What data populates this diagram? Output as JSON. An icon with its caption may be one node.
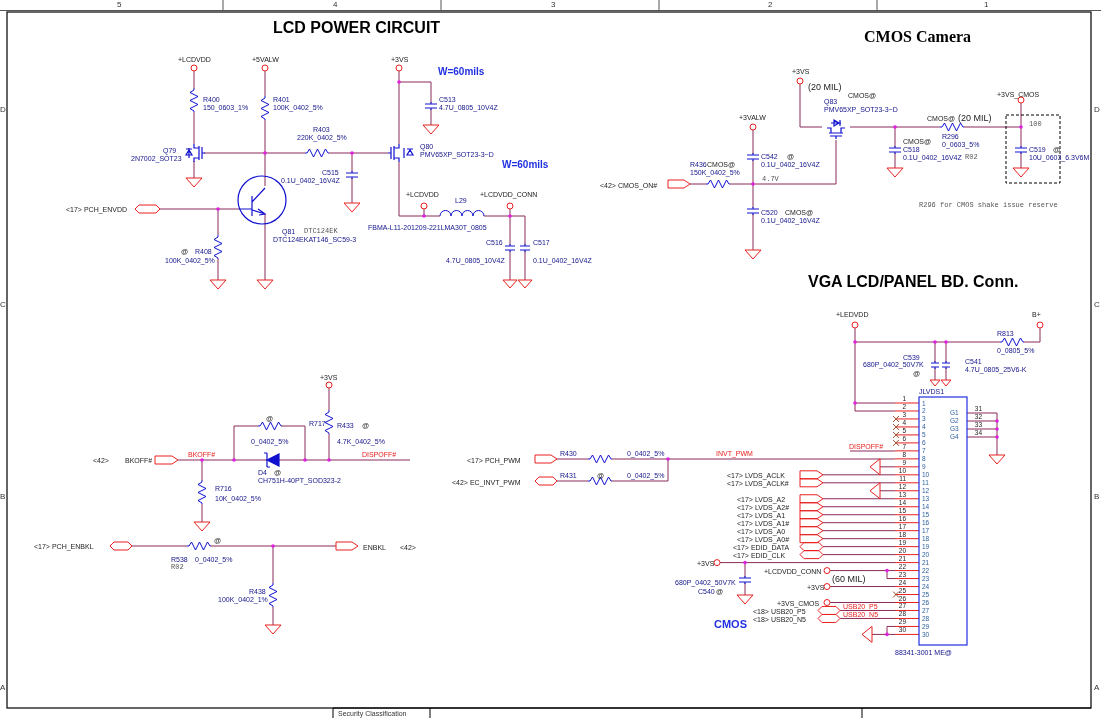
{
  "diagram": {
    "labels": [
      "5",
      "4",
      "3",
      "2",
      "1",
      "LCD POWER CIRCUIT",
      "CMOS Camera",
      "+LCDVDD",
      "+5VALW",
      "+3VS",
      "W=60mils",
      "+3VS",
      "(20 MIL)",
      "CMOS@",
      "Q83",
      "PMV65XP_SOT23-3~D",
      "+3VS_CMOS",
      "D",
      "R400",
      "150_0603_1%",
      "R401",
      "100K_0402_5%",
      "C513",
      "4.7U_0805_10V4Z",
      "D",
      "+3VALW",
      "CMOS@",
      "(20 MIL)",
      "100",
      "R296",
      "0_0603_5%",
      "R403",
      "220K_0402_5%",
      "CMOS@",
      "C518",
      "0.1U_0402_16V4Z",
      "R02",
      "C519",
      "@",
      "10U_0603_6.3V6M",
      "Q79",
      "2N7002_SOT23",
      "Q80",
      "PMV65XP_SOT23-3~D",
      "C542",
      "@",
      "W=60mils",
      "R436",
      "CMOS@",
      "0.1U_0402_16V4Z",
      "C515",
      "150K_0402_5%",
      "0.1U_0402_16V4Z",
      "<42> CMOS_ON#",
      "4.7V",
      "+LCDVDD",
      "L29",
      "+LCDVDD_CONN",
      "R296 for CMOS shake issue reserve",
      "<17> PCH_ENVDD",
      "C520",
      "CMOS@",
      "0.1U_0402_16V4Z",
      "Q81",
      "DTC124EK",
      "FBMA-L11-201209-221LMA30T_0805",
      "DTC124EKAT146_SC59-3",
      "C516",
      "C517",
      "@",
      "R408",
      "100K_0402_5%",
      "4.7U_0805_10V4Z",
      "0.1U_0402_16V4Z",
      "VGA LCD/PANEL BD. Conn.",
      "C",
      "C",
      "+LEDVDD",
      "B+",
      "R813",
      "0_0805_5%",
      "C539",
      "680P_0402_50V7K",
      "C541",
      "4.7U_0805_25V6-K",
      "@",
      "+3VS",
      "JLVDS1",
      "R717",
      "@",
      "R433",
      "@",
      "0_0402_5%",
      "4.7K_0402_5%",
      "DISPOFF#",
      "BKOFF#",
      "DISPOFF#",
      "R430",
      "0_0402_5%",
      "INVT_PWM",
      "<42>",
      "BKOFF#",
      "<17> PCH_PWM",
      "D4",
      "@",
      "<17> LVDS_ACLK",
      "CH751H-40PT_SOD323-2",
      "R431",
      "@",
      "0_0402_5%",
      "<42> EC_INVT_PWM",
      "<17> LVDS_ACLK#",
      "R716",
      "10K_0402_5%",
      "B",
      "B",
      "<17> LVDS_A2",
      "<17> LVDS_A2#",
      "<17> LVDS_A1",
      "<17> LVDS_A1#",
      "<17> LVDS_A0",
      "<17> LVDS_A0#",
      "<17> EDID_DATA",
      "<17> EDID_CLK",
      "@",
      "<17> PCH_ENBKL",
      "ENBKL",
      "<42>",
      "R538",
      "0_0402_5%",
      "+3VS",
      "R02",
      "+LCDVDD_CONN",
      "(60 MIL)",
      "680P_0402_50V7K",
      "R438",
      "+3VS",
      "C540",
      "@",
      "100K_0402_1%",
      "+3VS_CMOS",
      "USB20_P5",
      "<18> USB20_P5",
      "USB20_N5",
      "<18> USB20_N5",
      "CMOS",
      "88341-3001 ME@",
      "A",
      "A",
      "Security Classification",
      "1",
      "1",
      "2",
      "2",
      "3",
      "3",
      "4",
      "4",
      "5",
      "5",
      "6",
      "6",
      "7",
      "7",
      "8",
      "8",
      "9",
      "9",
      "10",
      "10",
      "11",
      "11",
      "12",
      "12",
      "13",
      "13",
      "14",
      "14",
      "15",
      "15",
      "16",
      "16",
      "17",
      "17",
      "18",
      "18",
      "19",
      "19",
      "20",
      "20",
      "21",
      "21",
      "22",
      "22",
      "23",
      "23",
      "24",
      "24",
      "25",
      "25",
      "26",
      "26",
      "27",
      "27",
      "28",
      "28",
      "29",
      "29",
      "30",
      "30",
      "G1",
      "31",
      "G2",
      "32",
      "G3",
      "33",
      "G4",
      "34"
    ]
  }
}
